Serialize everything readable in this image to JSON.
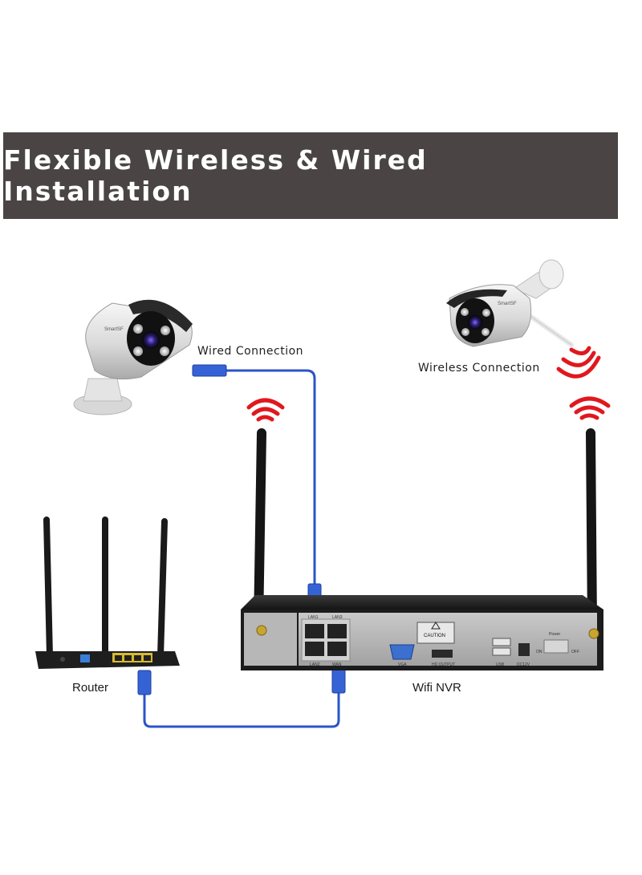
{
  "banner": {
    "title": "Flexible Wireless & Wired Installation"
  },
  "labels": {
    "wired": "Wired Connection",
    "wireless": "Wireless Connection",
    "router": "Router",
    "nvr": "Wifi NVR"
  },
  "nvr_panel": {
    "lan1": "LAN1",
    "lan2": "LAN2",
    "lan3": "LAN3",
    "wan": "WAN",
    "caution": "CAUTION",
    "vga": "VGA",
    "hdmi": "HD OUTPUT",
    "usb": "USB",
    "dc": "DC12V",
    "power": "Power",
    "on": "ON",
    "off": "OFF"
  },
  "camera_brand": "SmartSF",
  "colors": {
    "banner_bg": "#4a4445",
    "cable": "#2a55c8",
    "wifi_signal": "#e0181e",
    "device_dark": "#1e1e1e"
  }
}
